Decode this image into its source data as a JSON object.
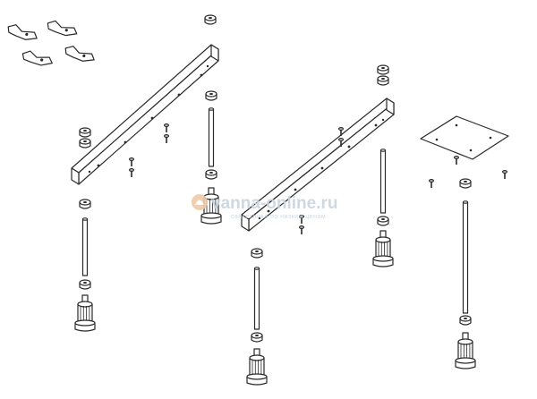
{
  "watermark": {
    "site": "vanna-online.ru",
    "tagline": "сантехника по низким ценам",
    "color": "#c9d4df"
  },
  "diagram": {
    "parts": [
      "mounting-clip",
      "leg-rail",
      "threaded-rod",
      "nut",
      "leveling-foot",
      "screw",
      "support-plate"
    ]
  }
}
